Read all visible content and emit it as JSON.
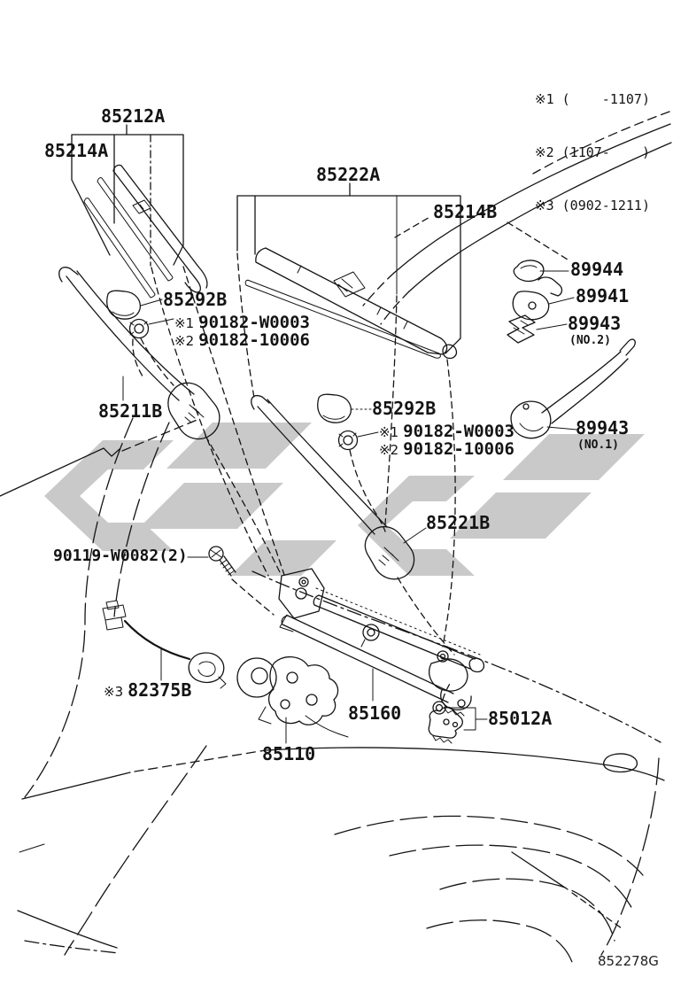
{
  "colors": {
    "line": "#141414",
    "watermark": "#c9c9c9",
    "background": "#ffffff"
  },
  "notes": {
    "n1": "※1 (    -1107)",
    "n2": "※2 (1107-    )",
    "n3": "※3 (0902-1211)"
  },
  "diagram_code": "852278G",
  "labels": {
    "p85212a": "85212A",
    "p85214a": "85214A",
    "p85222a": "85222A",
    "p85214b": "85214B",
    "p89944": "89944",
    "p89941": "89941",
    "p89943": "89943",
    "no2": "(NO.2)",
    "no1": "(NO.1)",
    "p85292b": "85292B",
    "star1": "※1",
    "star2": "※2",
    "star3": "※3",
    "p90182w0003": "90182-W0003",
    "p9018210006": "90182-10006",
    "p85211b": "85211B",
    "p85221b": "85221B",
    "p90119w0082": "90119-W0082(2)",
    "p82375b": "82375B",
    "p85160": "85160",
    "p85012a": "85012A",
    "p85110": "85110"
  }
}
